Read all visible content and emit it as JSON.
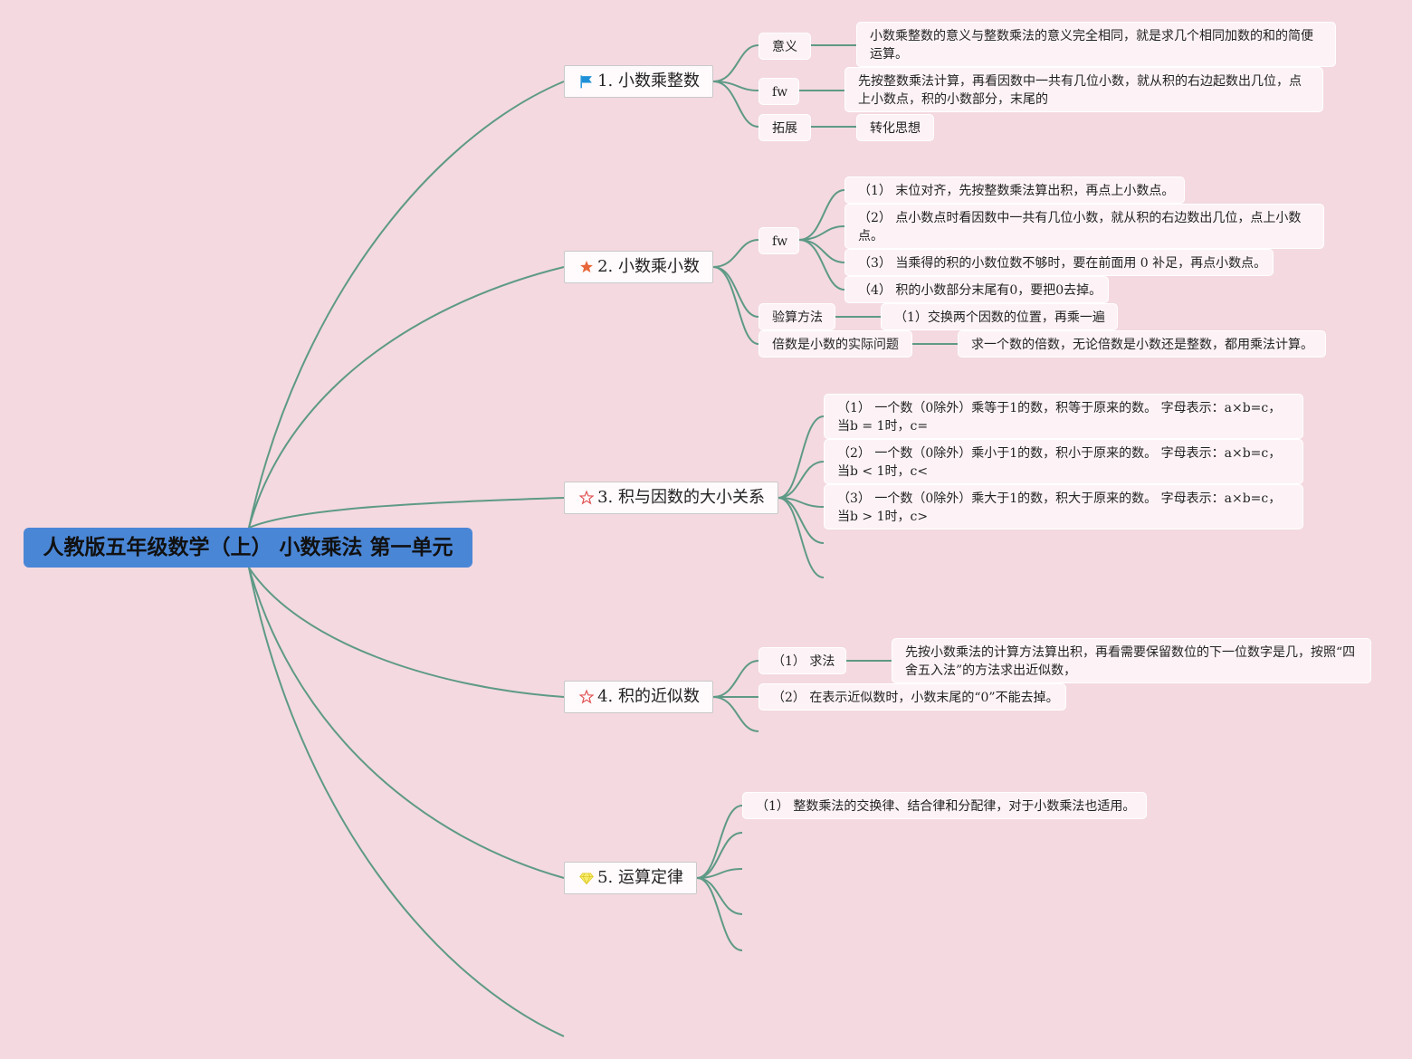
{
  "root": {
    "title": "人教版五年级数学（上） 小数乘法 第一单元"
  },
  "branches": [
    {
      "label": "1. 小数乘整数",
      "icon": "flag-icon",
      "children": [
        {
          "label": "意义",
          "detail": "小数乘整数的意义与整数乘法的意义完全相同，就是求几个相同加数的和的简便运算。"
        },
        {
          "label": "fw",
          "detail": "先按整数乘法计算，再看因数中一共有几位小数，就从积的右边起数出几位，点上小数点，积的小数部分，末尾的"
        },
        {
          "label": "拓展",
          "detail": "转化思想"
        }
      ]
    },
    {
      "label": "2. 小数乘小数",
      "icon": "star-filled-icon",
      "children": [
        {
          "label": "fw",
          "items": [
            "（1） 末位对齐，先按整数乘法算出积，再点上小数点。",
            "（2） 点小数点时看因数中一共有几位小数，就从积的右边数出几位，点上小数点。",
            "（3） 当乘得的积的小数位数不够时，要在前面用 0 补足，再点小数点。",
            "（4） 积的小数部分末尾有0，要把0去掉。"
          ]
        },
        {
          "label": "验算方法",
          "detail": "（1）交换两个因数的位置，再乘一遍"
        },
        {
          "label": "倍数是小数的实际问题",
          "detail": "求一个数的倍数，无论倍数是小数还是整数，都用乘法计算。"
        }
      ]
    },
    {
      "label": "3. 积与因数的大小关系",
      "icon": "star-outline-icon",
      "items": [
        "（1） 一个数（0除外）乘等于1的数，积等于原来的数。 字母表示：a×b=c，当b = 1时，c=",
        "（2） 一个数（0除外）乘小于1的数，积小于原来的数。 字母表示：a×b=c，当b < 1时，c<",
        "（3） 一个数（0除外）乘大于1的数，积大于原来的数。 字母表示：a×b=c，当b > 1时，c>"
      ]
    },
    {
      "label": "4. 积的近似数",
      "icon": "star-outline-icon",
      "children": [
        {
          "label": "（1） 求法",
          "detail": "先按小数乘法的计算方法算出积，再看需要保留数位的下一位数字是几，按照“四舍五入法”的方法求出近似数，"
        },
        {
          "label": "（2） 在表示近似数时，小数末尾的“0”不能去掉。"
        }
      ]
    },
    {
      "label": "5. 运算定律",
      "icon": "diamond-icon",
      "items": [
        "（1） 整数乘法的交换律、结合律和分配律，对于小数乘法也适用。"
      ]
    }
  ],
  "colors": {
    "line": "#5e9a86",
    "root_bg": "#4a86d6",
    "background": "#f4d9e0",
    "flag": "#1e90d8",
    "star": "#e8663a",
    "diamond": "#f2e23a"
  }
}
